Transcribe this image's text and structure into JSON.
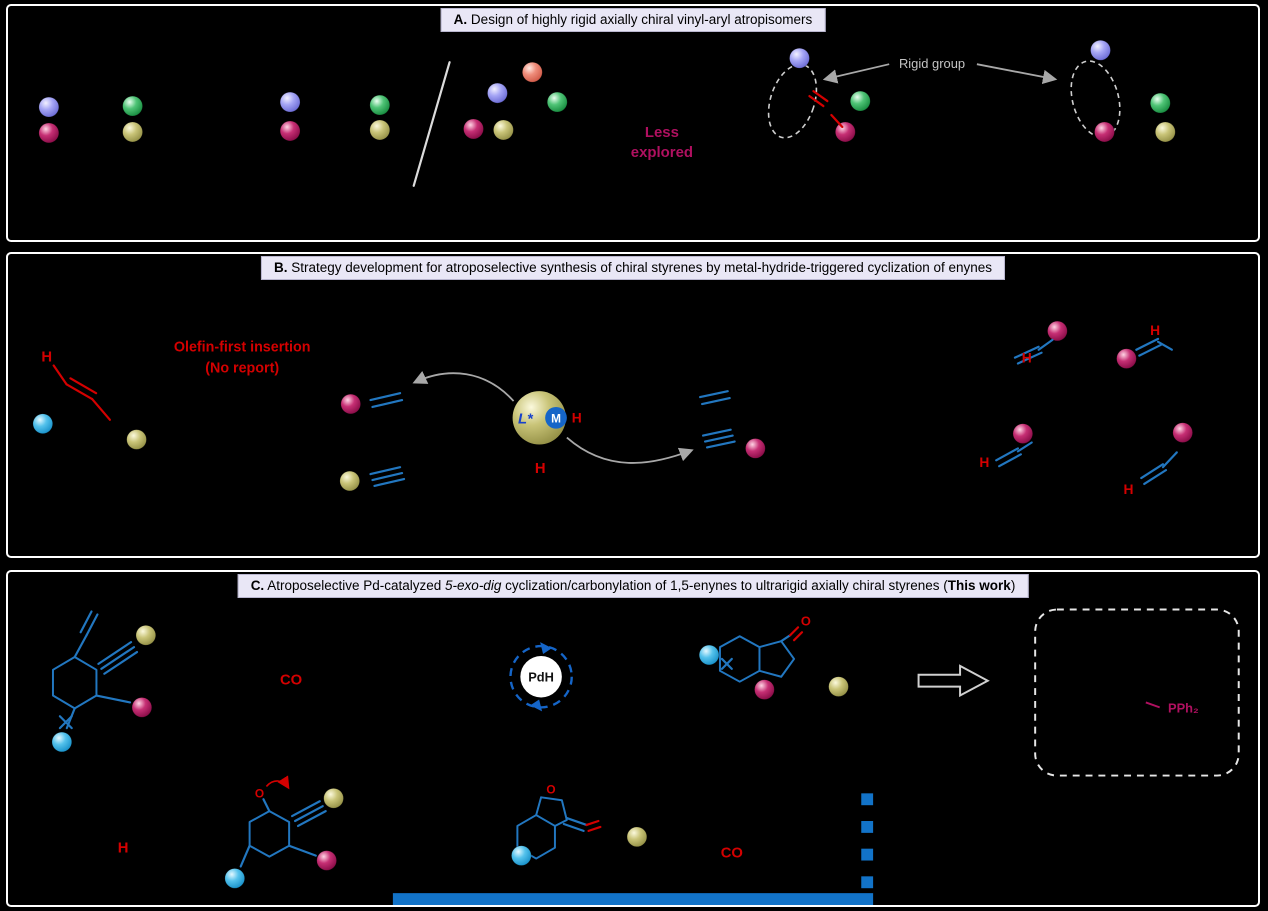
{
  "panelA": {
    "title_prefix": "A.",
    "title_rest": " Design of highly rigid axially chiral vinyl-aryl atropisomers",
    "less_explored": {
      "line1": "Less",
      "line2": "explored"
    },
    "rigid_group_label": "Rigid group"
  },
  "panelB": {
    "title_prefix": "B.",
    "title_rest": " Strategy development for atroposelective synthesis of chiral styrenes by metal-hydride-triggered cyclization of enynes",
    "olefin_first_label": {
      "line1": "Olefin-first insertion",
      "line2": "(No report)"
    },
    "catalyst": {
      "ligand": "L*",
      "metal": "M",
      "hydride": "H"
    },
    "h_label": "H"
  },
  "panelC": {
    "title_prefix": "C.",
    "title_seg1": " Atroposelective Pd-catalyzed ",
    "title_italic": "5-exo-dig",
    "title_seg2": " cyclization/carbonylation of 1,5-enynes to ultrarigid axially chiral styrenes (",
    "title_bold": "This work",
    "title_seg3": ")",
    "co_label": "CO",
    "pdh_label": "PdH",
    "pph2_label": "PPh₂",
    "o_label": "O",
    "h_label": "H"
  },
  "colors": {
    "panel_border": "#ffffff",
    "title_background": "#e9e7f6",
    "bond_blue": "#2277c0",
    "accent_red": "#d40000",
    "magenta": "#b01060",
    "ball_violet": "#8a8aee",
    "ball_green": "#2fa455",
    "ball_crimson": "#a81055",
    "ball_olive": "#b3ae5e",
    "ball_salmon": "#e8705e",
    "ball_cyan": "#35b1e4",
    "bullet_blue": "#1273c8"
  }
}
